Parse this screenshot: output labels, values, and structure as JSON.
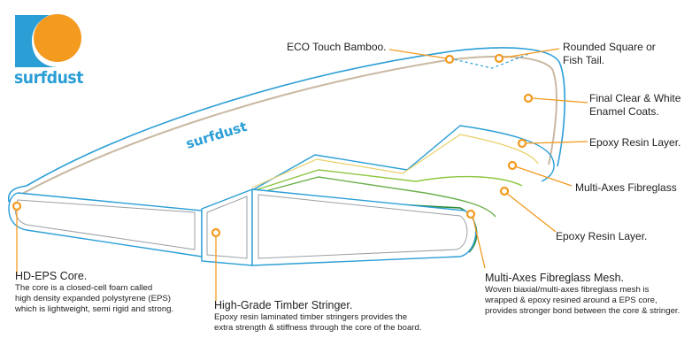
{
  "brand": {
    "logo_text": "surfdust",
    "board_text": "surfdust",
    "colors": {
      "blue": "#2b9ed6",
      "orange": "#f39a1f"
    }
  },
  "labels": {
    "eco_bamboo": "ECO Touch Bamboo.",
    "tail_line1": "Rounded Square or",
    "tail_line2": "Fish Tail.",
    "final_coats_line1": "Final Clear & White",
    "final_coats_line2": "Enamel Coats.",
    "epoxy_resin_1": "Epoxy Resin Layer.",
    "multi_axes_fibreglass": "Multi-Axes Fibreglass",
    "epoxy_resin_2": "Epoxy Resin Layer."
  },
  "core": {
    "title": "HD-EPS Core.",
    "desc": [
      "The core is a closed-cell foam called",
      "high density expanded polystyrene (EPS)",
      "which is lightweight, semi rigid and strong."
    ]
  },
  "stringer": {
    "title": "High-Grade Timber Stringer.",
    "desc": [
      "Epoxy resin laminated timber stringers provides the",
      "extra strength & stiffness through the core of the board."
    ]
  },
  "mesh": {
    "title": "Multi-Axes Fibreglass Mesh.",
    "desc": [
      "Woven biaxial/multi-axes fibreglass mesh is",
      "wrapped & epoxy resined around a EPS core,",
      "provides stronger bond between the core & stringer."
    ]
  }
}
